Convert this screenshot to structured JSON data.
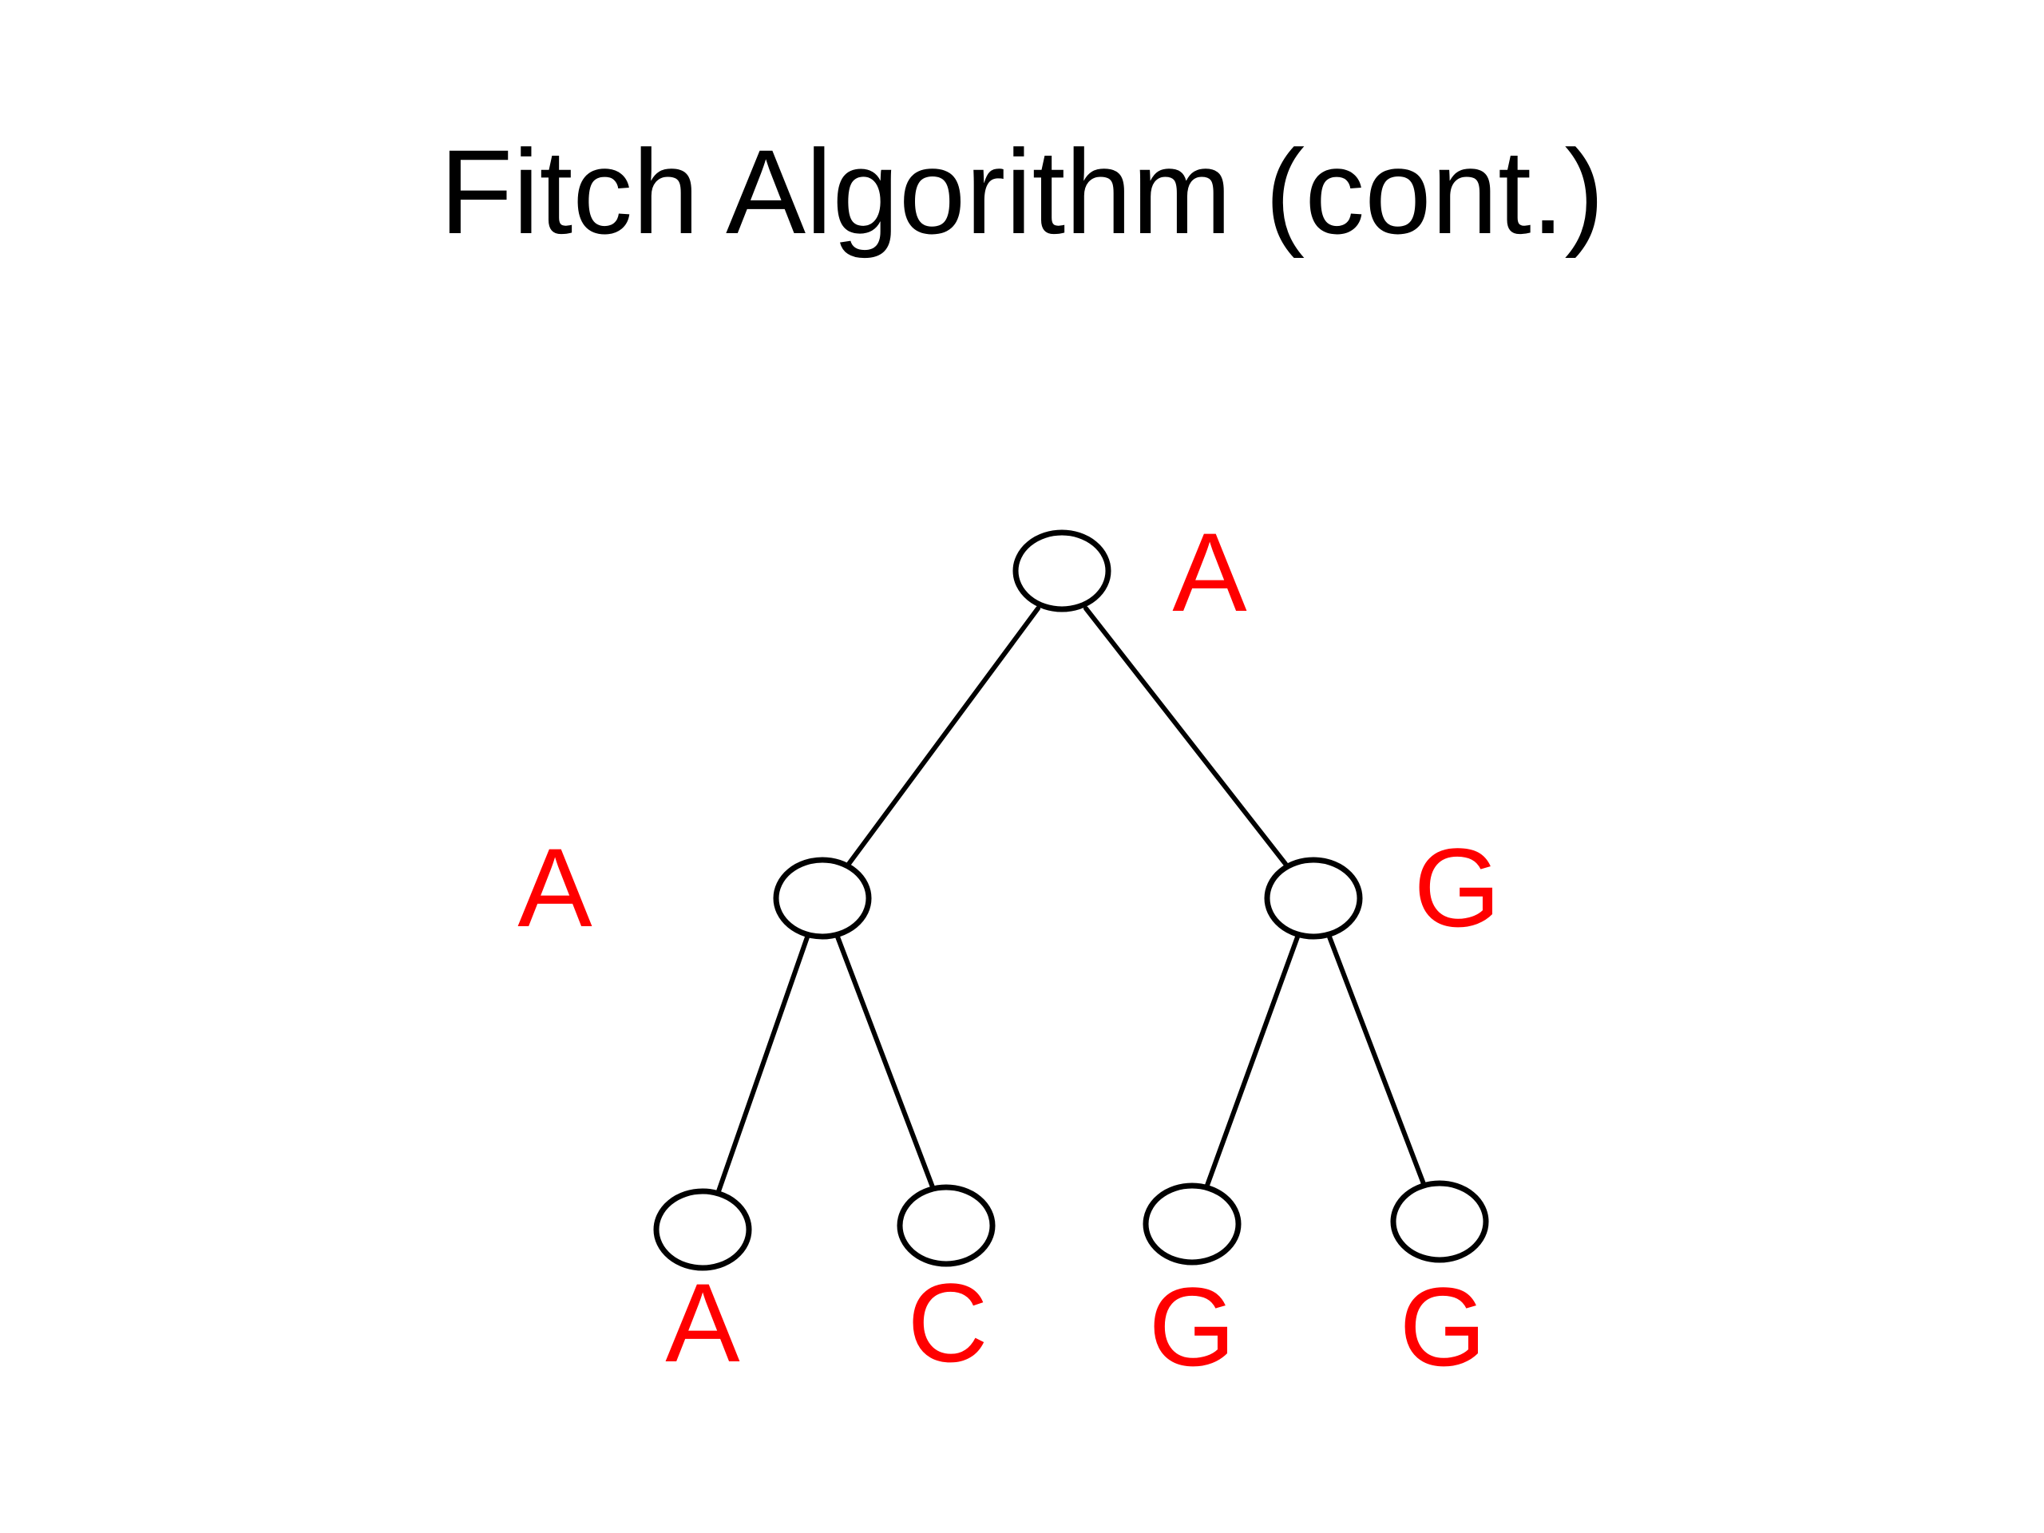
{
  "slide": {
    "title": "Fitch Algorithm (cont.)"
  },
  "tree": {
    "label_color": "#ff0000",
    "line_color": "#000000",
    "nodes": {
      "root": {
        "label": "A"
      },
      "left": {
        "label": "A"
      },
      "right": {
        "label": "G"
      },
      "leaf1": {
        "label": "A"
      },
      "leaf2": {
        "label": "C"
      },
      "leaf3": {
        "label": "G"
      },
      "leaf4": {
        "label": "G"
      }
    },
    "edges": [
      [
        "root",
        "left"
      ],
      [
        "root",
        "right"
      ],
      [
        "left",
        "leaf1"
      ],
      [
        "left",
        "leaf2"
      ],
      [
        "right",
        "leaf3"
      ],
      [
        "right",
        "leaf4"
      ]
    ]
  }
}
